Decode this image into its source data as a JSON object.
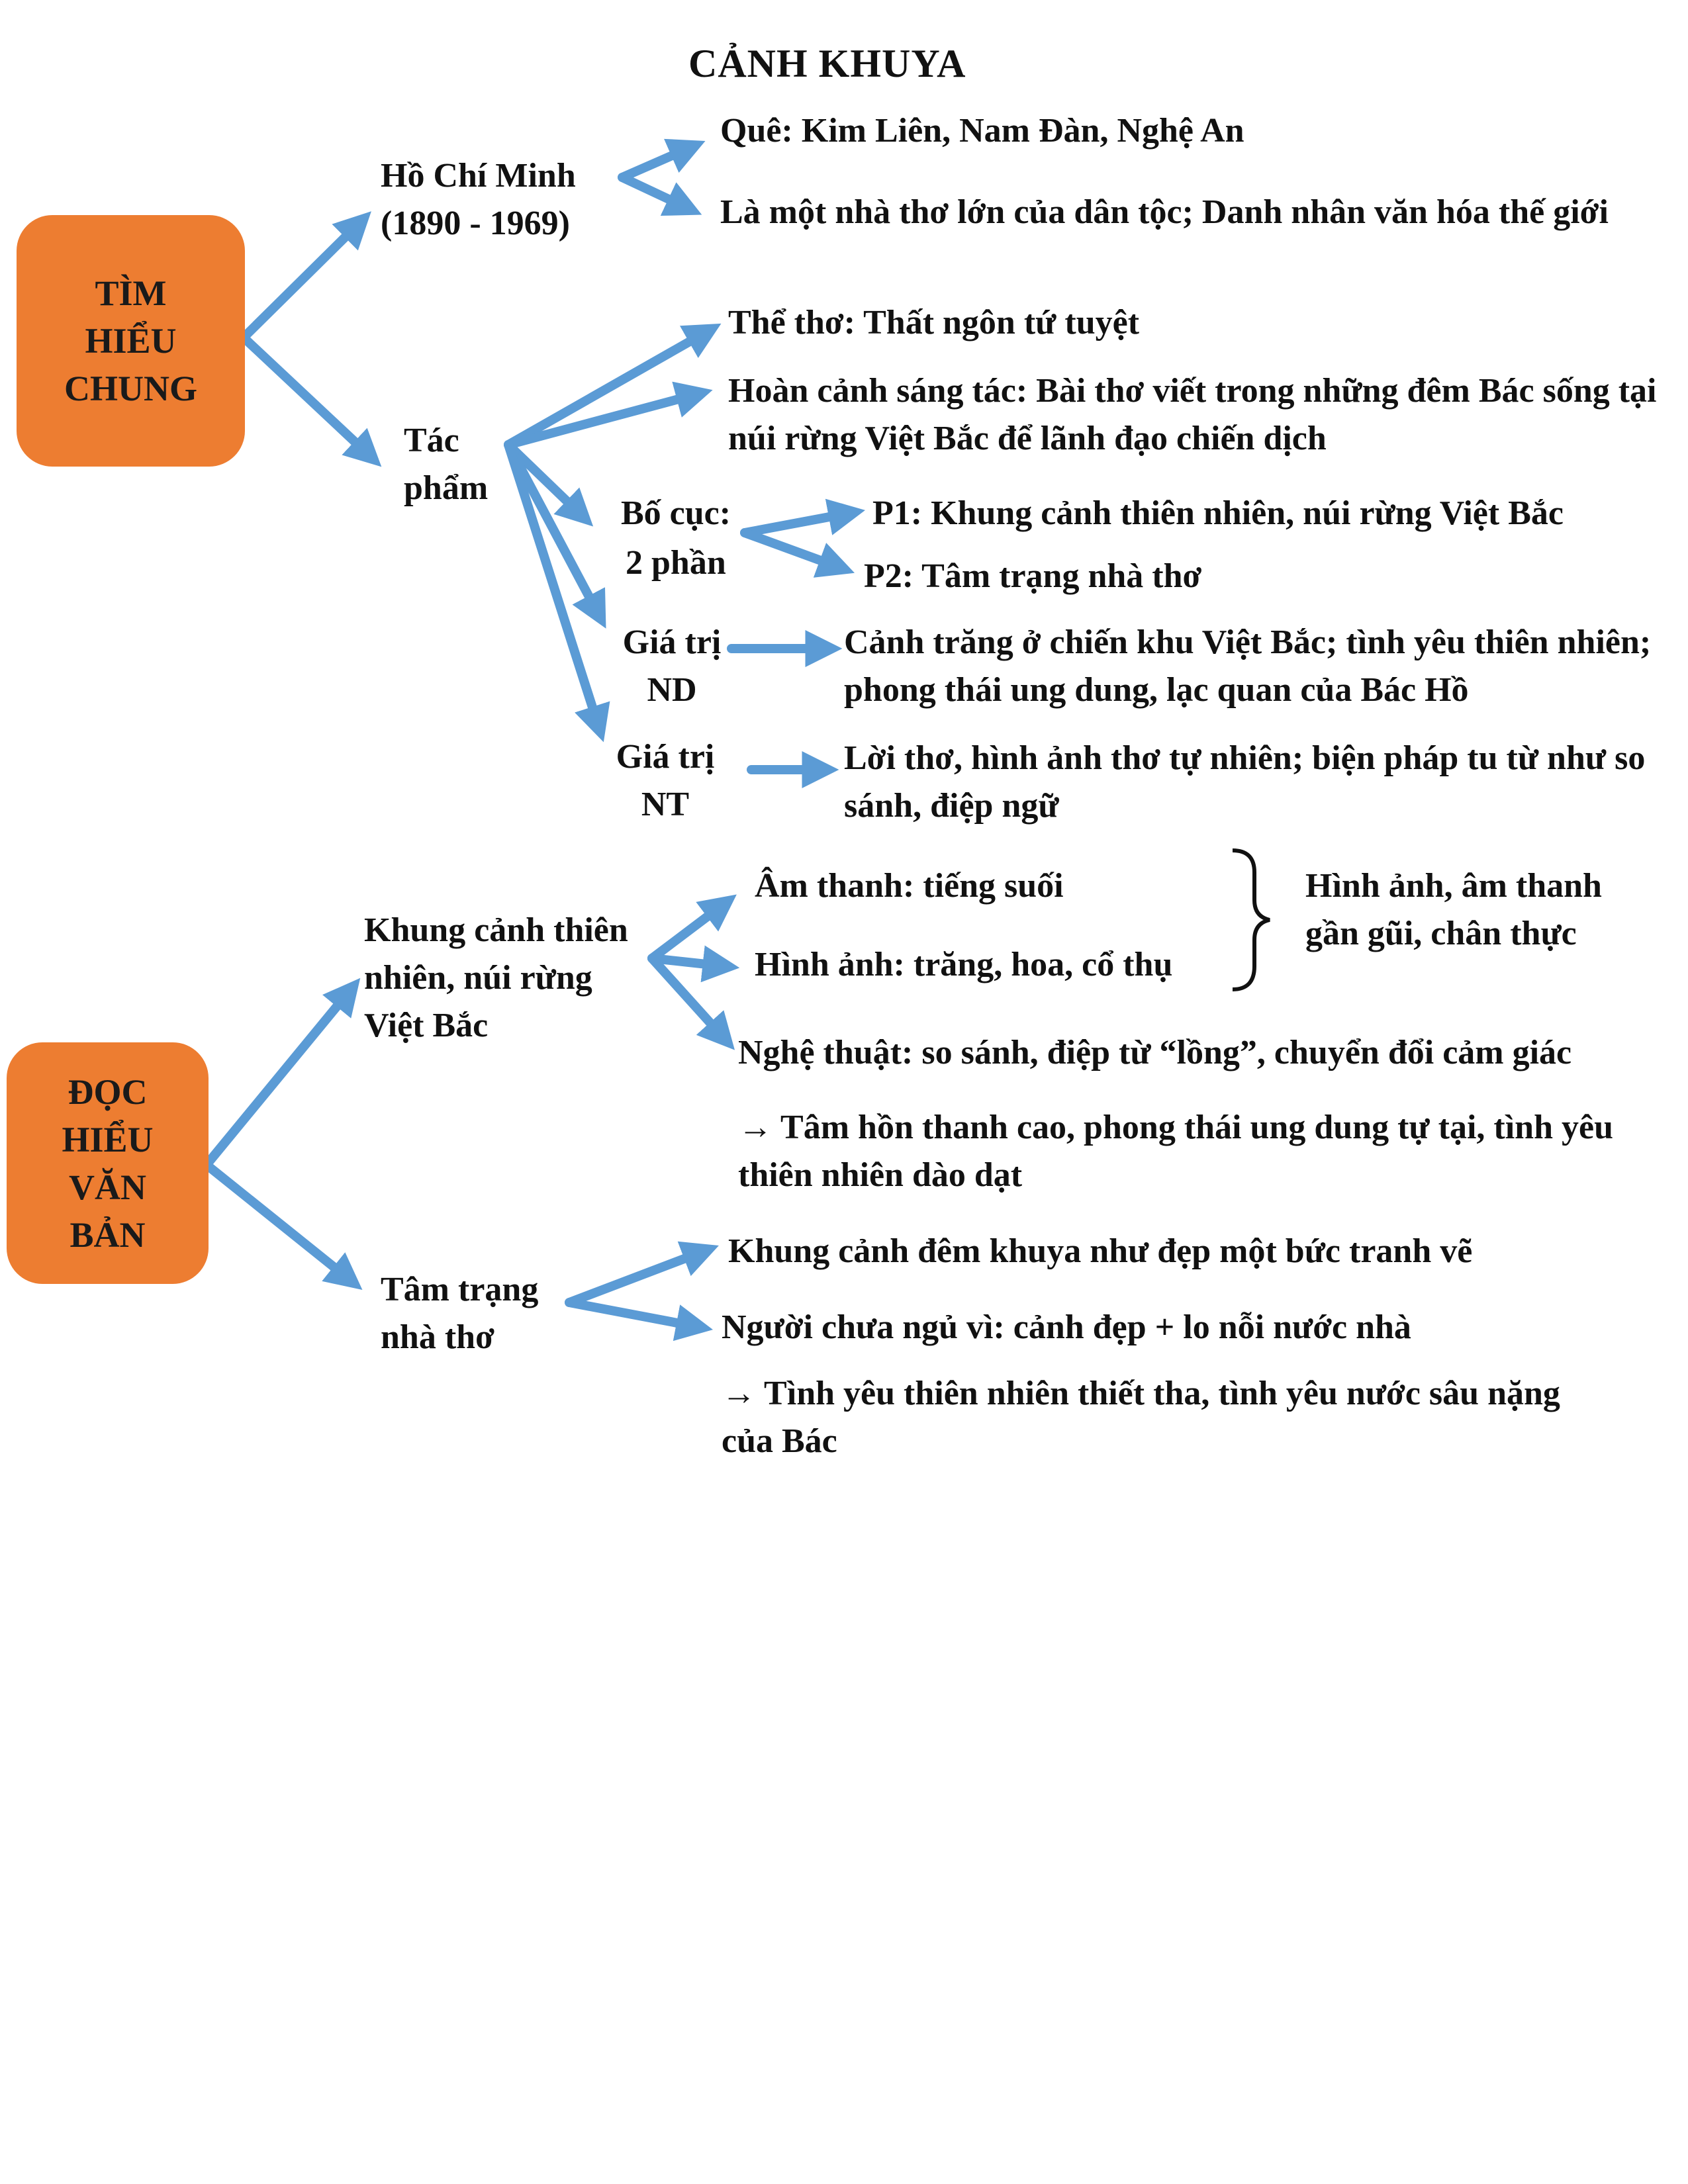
{
  "title": "CẢNH KHUYA",
  "colors": {
    "box": "#ed7d31",
    "arrow": "#5b9bd5",
    "text": "#111111"
  },
  "section1": {
    "box_label": "TÌM\nHIỂU\nCHUNG",
    "author": {
      "name": "Hồ Chí Minh",
      "years": "(1890 - 1969)",
      "hometown": "Quê: Kim Liên, Nam Đàn, Nghệ An",
      "description": "Là một nhà thơ lớn của dân tộc; Danh nhân văn hóa thế giới"
    },
    "work": {
      "label_line1": "Tác",
      "label_line2": "phẩm",
      "form": "Thể thơ: Thất ngôn tứ tuyệt",
      "context": "Hoàn cảnh sáng tác: Bài thơ viết trong những đêm Bác sống tại núi rừng Việt Bắc để lãnh đạo chiến dịch",
      "structure": {
        "label_line1": "Bố cục:",
        "label_line2": "2 phần",
        "p1": "P1: Khung cảnh thiên nhiên, núi rừng Việt Bắc",
        "p2": "P2: Tâm trạng nhà thơ"
      },
      "content_value": {
        "label_line1": "Giá trị",
        "label_line2": "ND",
        "text": "Cảnh trăng ở chiến khu Việt Bắc; tình yêu thiên nhiên; phong thái ung dung, lạc quan của Bác Hồ"
      },
      "art_value": {
        "label_line1": "Giá trị",
        "label_line2": "NT",
        "text": "Lời thơ, hình ảnh thơ tự nhiên; biện pháp tu từ như so sánh, điệp ngữ"
      }
    }
  },
  "section2": {
    "box_label": "ĐỌC\nHIỂU\nVĂN\nBẢN",
    "scene": {
      "label": "Khung cảnh thiên nhiên, núi rừng Việt Bắc",
      "sound": "Âm thanh: tiếng suối",
      "image": "Hình ảnh: trăng, hoa, cổ thụ",
      "brace_note": "Hình ảnh, âm thanh gần gũi, chân thực",
      "art": "Nghệ thuật: so sánh, điệp từ “lồng”, chuyển đổi cảm giác",
      "conclusion": "→ Tâm hồn thanh cao, phong thái ung dung tự tại, tình yêu thiên nhiên dào dạt"
    },
    "mood": {
      "label_line1": "Tâm trạng",
      "label_line2": "nhà thơ",
      "scene_text": "Khung cảnh đêm khuya như đẹp một bức tranh vẽ",
      "sleepless": "Người chưa ngủ vì: cảnh đẹp + lo nỗi nước nhà",
      "conclusion": "→ Tình yêu thiên nhiên thiết tha, tình yêu nước sâu nặng của Bác"
    }
  }
}
